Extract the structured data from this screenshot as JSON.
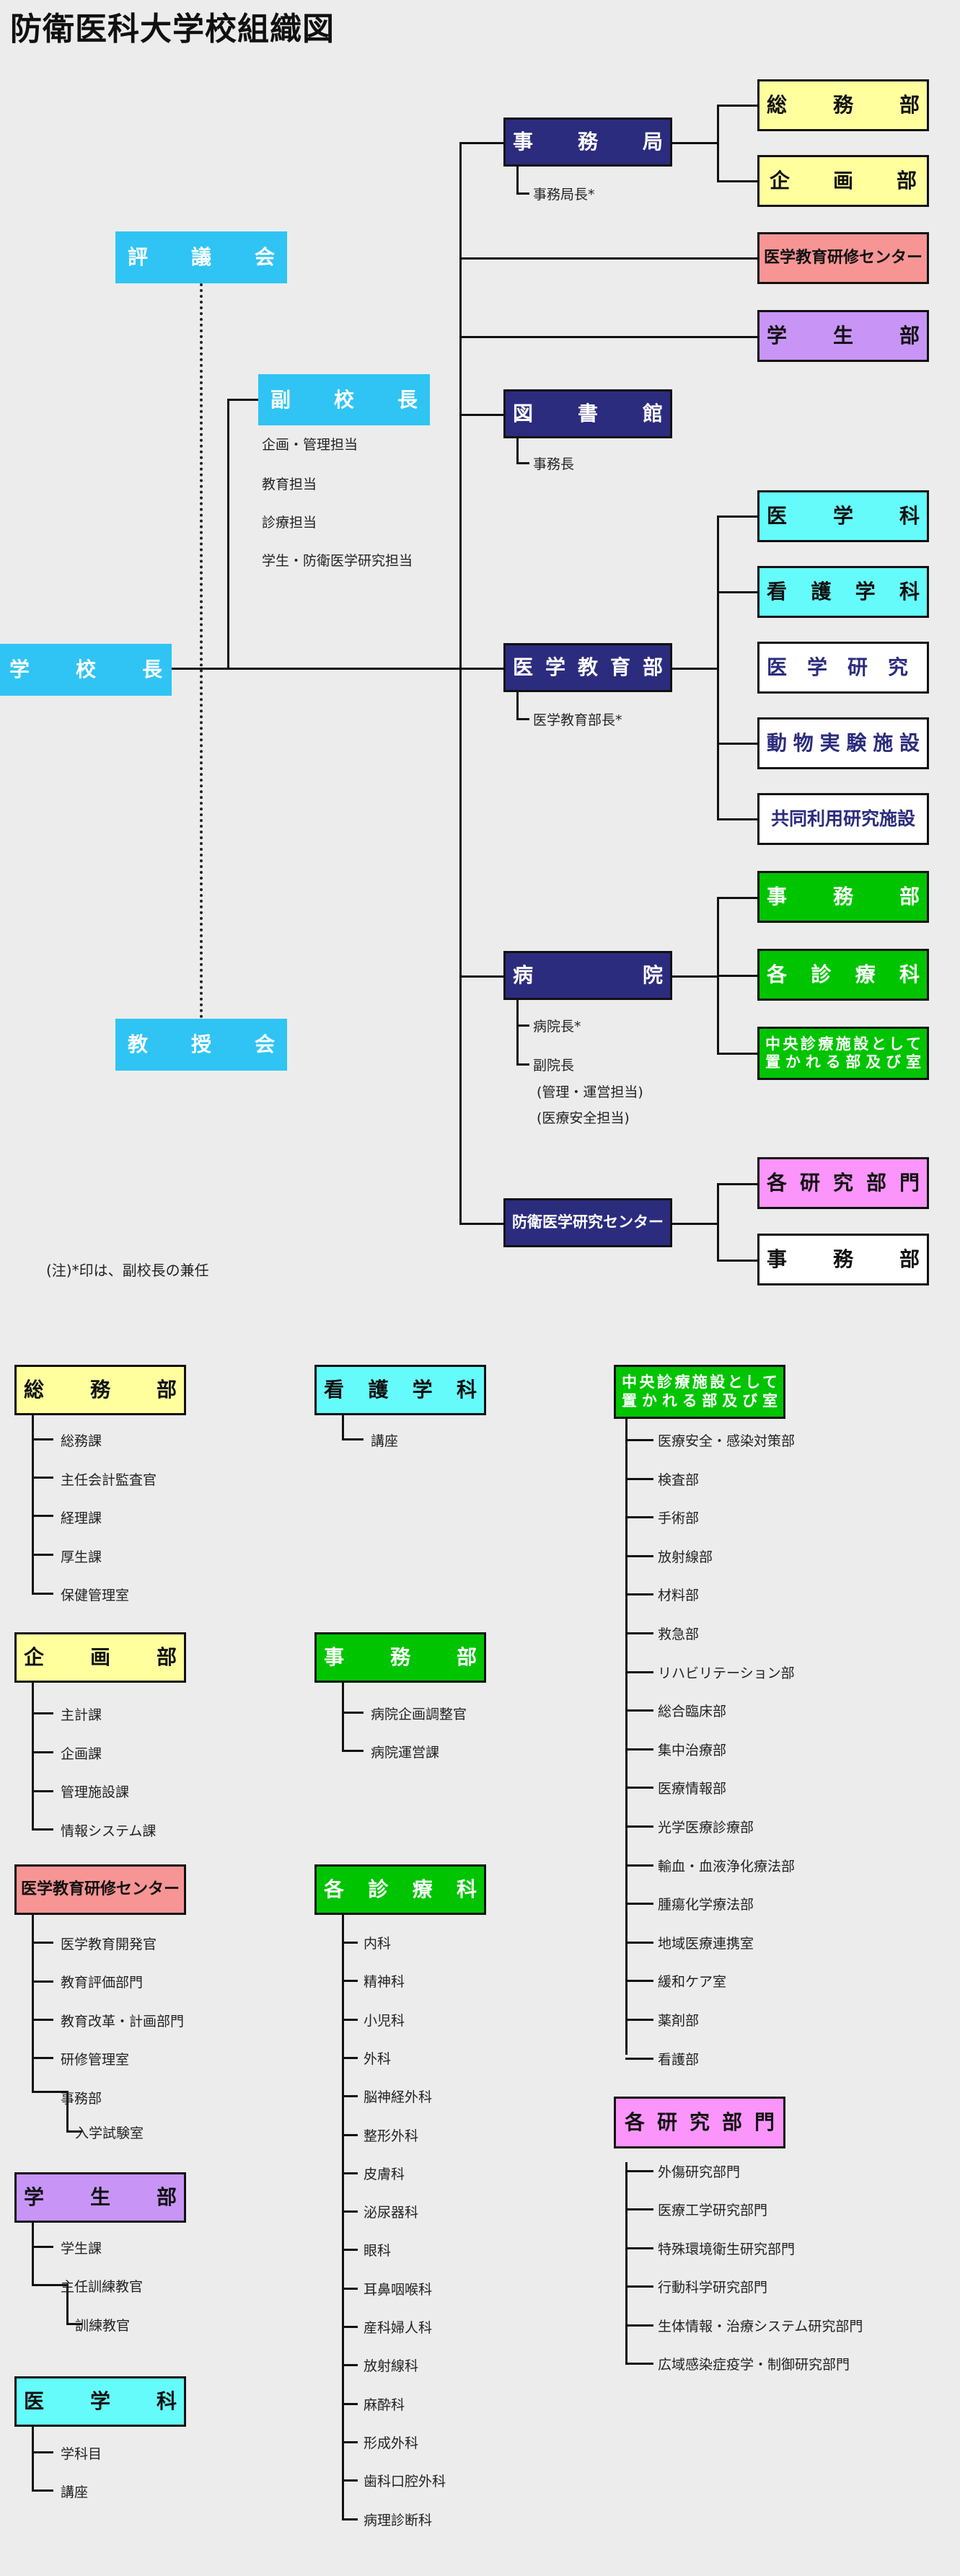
{
  "title": "防衛医科大学校組織図",
  "note": "(注)*印は、副校長の兼任",
  "boxes": {
    "gakkocho": "学　　校　　長",
    "hyogikai": "評　議　会",
    "kyojukai": "教　授　会",
    "fukukocho": "副　校　長",
    "jimukyoku": "事　務　局",
    "toshokan": "図　書　館",
    "igakukyoikubu": "医学教育部",
    "byoin": "病　　院",
    "boeiigaku": "防衛医学研究センター",
    "somubu": "総　務　部",
    "kikakubu": "企　画　部",
    "kensyu": "医学教育研修センター",
    "gakuseibu": "学　生　部",
    "igakuka": "医　学　科",
    "kangogakka": "看　護　学　科",
    "igakukenkyuka": "医　学　研　究　科",
    "dobutsu": "動物実験施設",
    "kyodo": "共同利用研究施設",
    "byoin_jimubu": "事　務　部",
    "kakushinryoka": "各　診　療　科",
    "chuo_line1": "中央診療施設として",
    "chuo_line2": "置かれる部及び室",
    "kakukenkyubumon": "各研究部門",
    "center_jimubu": "事　務　部"
  },
  "labels": {
    "fukukocho_duties": [
      "企画・管理担当",
      "教育担当",
      "診療担当",
      "学生・防衛医学研究担当"
    ],
    "jimukyokucho": "事務局長*",
    "jimucho": "事務長",
    "igakukyoikubucho": "医学教育部長*",
    "byoincho": "病院長*",
    "fukubyoincho": "副院長",
    "fukubyoincho_1": "(管理・運営担当)",
    "fukubyoincho_2": "(医療安全担当)"
  },
  "details": {
    "somubu": {
      "title": "総　務　部",
      "items": [
        "総務課",
        "主任会計監査官",
        "経理課",
        "厚生課",
        "保健管理室"
      ]
    },
    "kikakubu": {
      "title": "企　画　部",
      "items": [
        "主計課",
        "企画課",
        "管理施設課",
        "情報システム課"
      ]
    },
    "kensyu": {
      "title": "医学教育研修センター",
      "items": [
        "医学教育開発官",
        "教育評価部門",
        "教育改革・計画部門",
        "研修管理室",
        "事務部"
      ],
      "sub": "入学試験室"
    },
    "gakuseibu": {
      "title": "学　生　部",
      "items": [
        "学生課",
        "主任訓練教官"
      ],
      "sub": "訓練教官"
    },
    "igakuka": {
      "title": "医　学　科",
      "items": [
        "学科目",
        "講座"
      ]
    },
    "kangogakka": {
      "title": "看　護　学　科",
      "items": [
        "講座"
      ]
    },
    "byoin_jimubu": {
      "title": "事　務　部",
      "items": [
        "病院企画調整官",
        "病院運営課"
      ]
    },
    "kakushinryoka": {
      "title": "各　診　療　科",
      "items": [
        "内科",
        "精神科",
        "小児科",
        "外科",
        "脳神経外科",
        "整形外科",
        "皮膚科",
        "泌尿器科",
        "眼科",
        "耳鼻咽喉科",
        "産科婦人科",
        "放射線科",
        "麻酔科",
        "形成外科",
        "歯科口腔外科",
        "病理診断科"
      ]
    },
    "chuo": {
      "title_line1": "中央診療施設として",
      "title_line2": "置かれる部及び室",
      "items": [
        "医療安全・感染対策部",
        "検査部",
        "手術部",
        "放射線部",
        "材料部",
        "救急部",
        "リハビリテーション部",
        "総合臨床部",
        "集中治療部",
        "医療情報部",
        "光学医療診療部",
        "輸血・血液浄化療法部",
        "腫瘍化学療法部",
        "地域医療連携室",
        "緩和ケア室",
        "薬剤部",
        "看護部"
      ]
    },
    "kakukenkyubumon": {
      "title": "各研究部門",
      "items": [
        "外傷研究部門",
        "医療工学研究部門",
        "特殊環境衛生研究部門",
        "行動科学研究部門",
        "生体情報・治療システム研究部門",
        "広域感染症疫学・制御研究部門"
      ]
    }
  }
}
